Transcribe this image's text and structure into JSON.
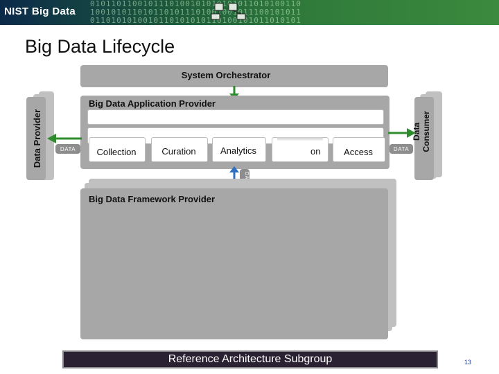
{
  "banner": {
    "title": "NIST Big Data",
    "binary_rows": [
      "0101101100101110100101010101011010100110",
      "1001010110101101011101001001011100101011",
      "0110101010010110101010110100101011010101"
    ],
    "computers_icon": "computers-icon"
  },
  "title": "Big Data Lifecycle",
  "diagram": {
    "orchestrator": "System Orchestrator",
    "app_provider": "Big Data Application Provider",
    "data_provider": "Data Provider",
    "data_consumer_line1": "Data",
    "data_consumer_line2": "Consumer",
    "framework_provider": "Big Data Framework Provider",
    "data_tags": {
      "left": "DATA",
      "right": "DATA",
      "vertical": "DATA"
    },
    "activities": {
      "collection": "Collection",
      "curation": "Curation",
      "analytics": "Analytics",
      "visualization_partial": "on",
      "access": "Access"
    },
    "colors": {
      "box_gray": "#a7a7a7",
      "arrow_green": "#2e8b2e",
      "vertical_arrow_blue": "#2f6fbf"
    }
  },
  "footer": {
    "text": "Reference Architecture Subgroup",
    "page_number": "13"
  }
}
